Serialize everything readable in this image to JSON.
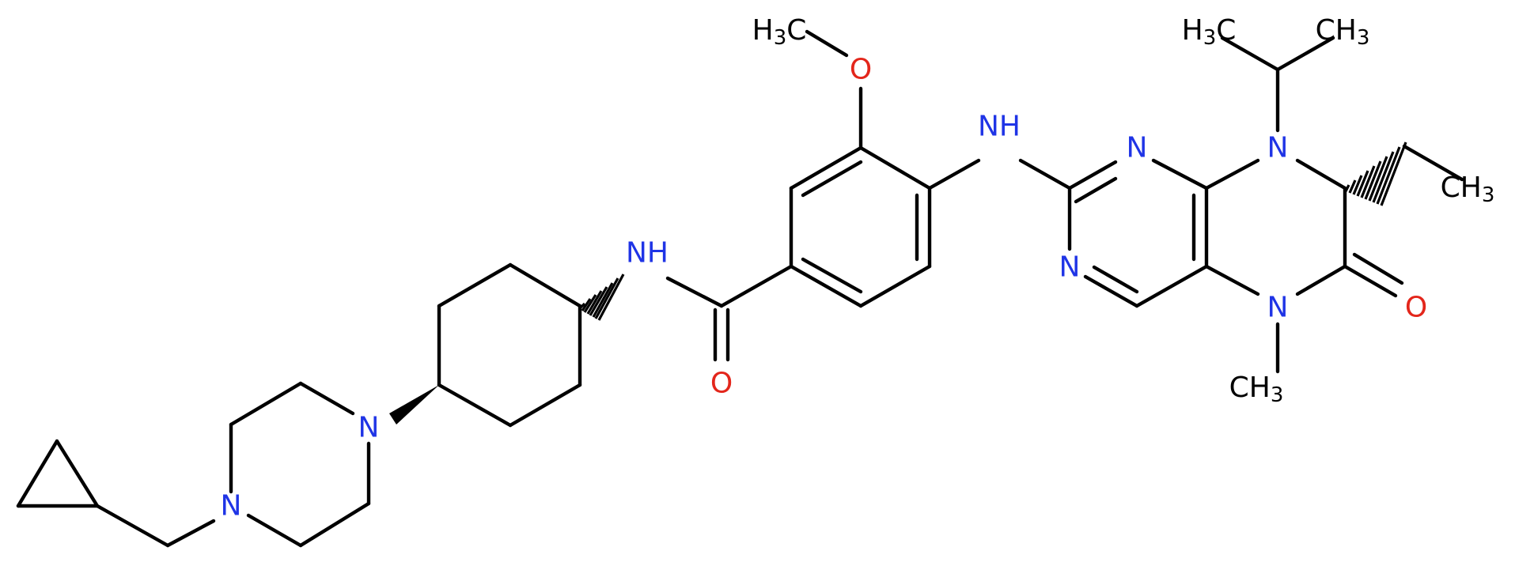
{
  "molecule": {
    "colors": {
      "carbon": "#000000",
      "nitrogen": "#1f34e6",
      "oxygen": "#e3261b"
    },
    "atoms": {
      "methoxy_ch3": {
        "main": "H",
        "sub": "3",
        "tail": "C"
      },
      "methoxy_o": "O",
      "aniline_nh": "NH",
      "amide_nh": "NH",
      "amide_o": "O",
      "pyrimidine_n3": "N",
      "pyrimidine_n1": "N",
      "n8": "N",
      "n5": "N",
      "lactam_o": "O",
      "isopropyl_ch3_left": {
        "main": "H",
        "sub": "3",
        "tail": "C"
      },
      "isopropyl_ch3_right": {
        "main": "CH",
        "sub": "3"
      },
      "ethyl_ch3": {
        "main": "CH",
        "sub": "3"
      },
      "n_methyl": {
        "main": "CH",
        "sub": "3"
      },
      "piperazine_n_top": "N",
      "piperazine_n_bottom": "N"
    }
  }
}
